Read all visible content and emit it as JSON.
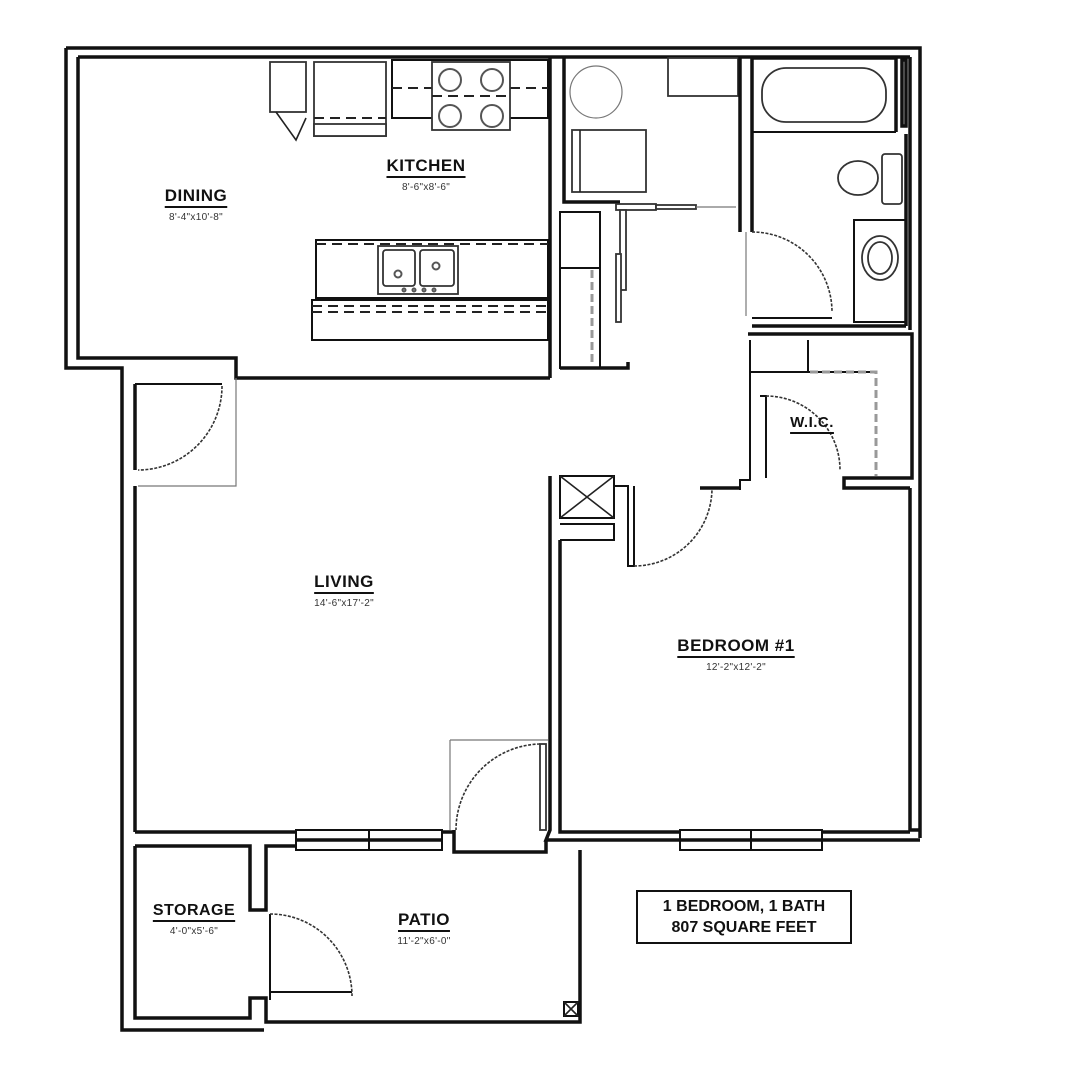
{
  "plan": {
    "summary": {
      "line1": "1 BEDROOM, 1 BATH",
      "line2": "807 SQUARE FEET"
    },
    "rooms": {
      "dining": {
        "name": "DINING",
        "dimensions": "8'-4\"x10'-8\""
      },
      "kitchen": {
        "name": "KITCHEN",
        "dimensions": "8'-6\"x8'-6\""
      },
      "living": {
        "name": "LIVING",
        "dimensions": "14'-6\"x17'-2\""
      },
      "bedroom": {
        "name": "BEDROOM #1",
        "dimensions": "12'-2\"x12'-2\""
      },
      "wic": {
        "name": "W.I.C.",
        "dimensions": ""
      },
      "storage": {
        "name": "STORAGE",
        "dimensions": "4'-0\"x5'-6\""
      },
      "patio": {
        "name": "PATIO",
        "dimensions": "11'-2\"x6'-0\""
      }
    },
    "colors": {
      "wall": "#111111",
      "background": "#ffffff",
      "fixture_gray": "#999999"
    }
  }
}
